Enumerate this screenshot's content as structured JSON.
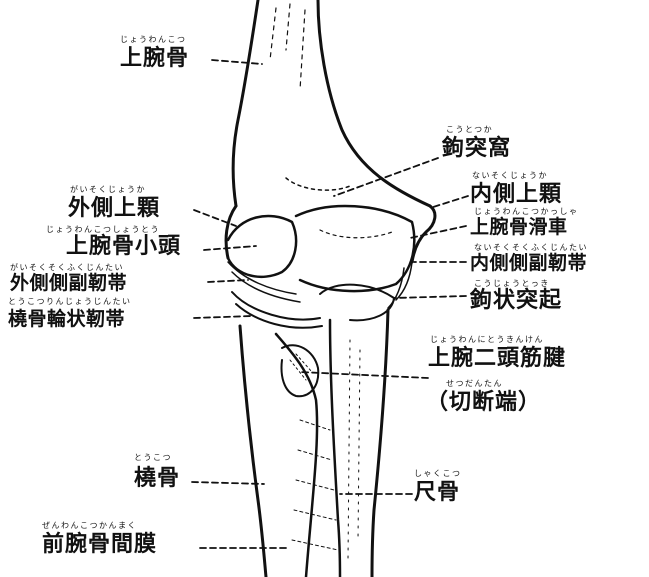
{
  "labels": {
    "humerus": {
      "text": "上腕骨",
      "ruby": "じょうわんこつ"
    },
    "coronoid_fossa": {
      "text": "鉤突窩",
      "ruby": "こうとつか"
    },
    "medial_epicondyle": {
      "text": "内側上顆",
      "ruby": "ないそくじょうか"
    },
    "lateral_epicondyle": {
      "text": "外側上顆",
      "ruby": "がいそくじょうか"
    },
    "trochlea": {
      "text": "上腕骨滑車",
      "ruby": "じょうわんこつかっしゃ"
    },
    "capitulum": {
      "text": "上腕骨小頭",
      "ruby": "じょうわんこつしょうとう"
    },
    "ucl": {
      "text": "内側側副靭帯",
      "ruby": "ないそくそくふくじんたい"
    },
    "rcl": {
      "text": "外側側副靭帯",
      "ruby": "がいそくそくふくじんたい"
    },
    "coronoid_process": {
      "text": "鉤状突起",
      "ruby": "こうじょうとっき"
    },
    "annular_ligament": {
      "text": "橈骨輪状靭帯",
      "ruby": "とうこつりんじょうじんたい"
    },
    "biceps_tendon": {
      "text": "上腕二頭筋腱",
      "ruby": "じょうわんにとうきんけん"
    },
    "cut_end": {
      "text": "（切断端）",
      "ruby": "せつだんたん"
    },
    "radius": {
      "text": "橈骨",
      "ruby": "とうこつ"
    },
    "ulna": {
      "text": "尺骨",
      "ruby": "しゃくこつ"
    },
    "interosseous": {
      "text": "前腕骨間膜",
      "ruby": "ぜんわんこつかんまく"
    }
  },
  "colors": {
    "ink": "#111111",
    "background": "#ffffff"
  }
}
